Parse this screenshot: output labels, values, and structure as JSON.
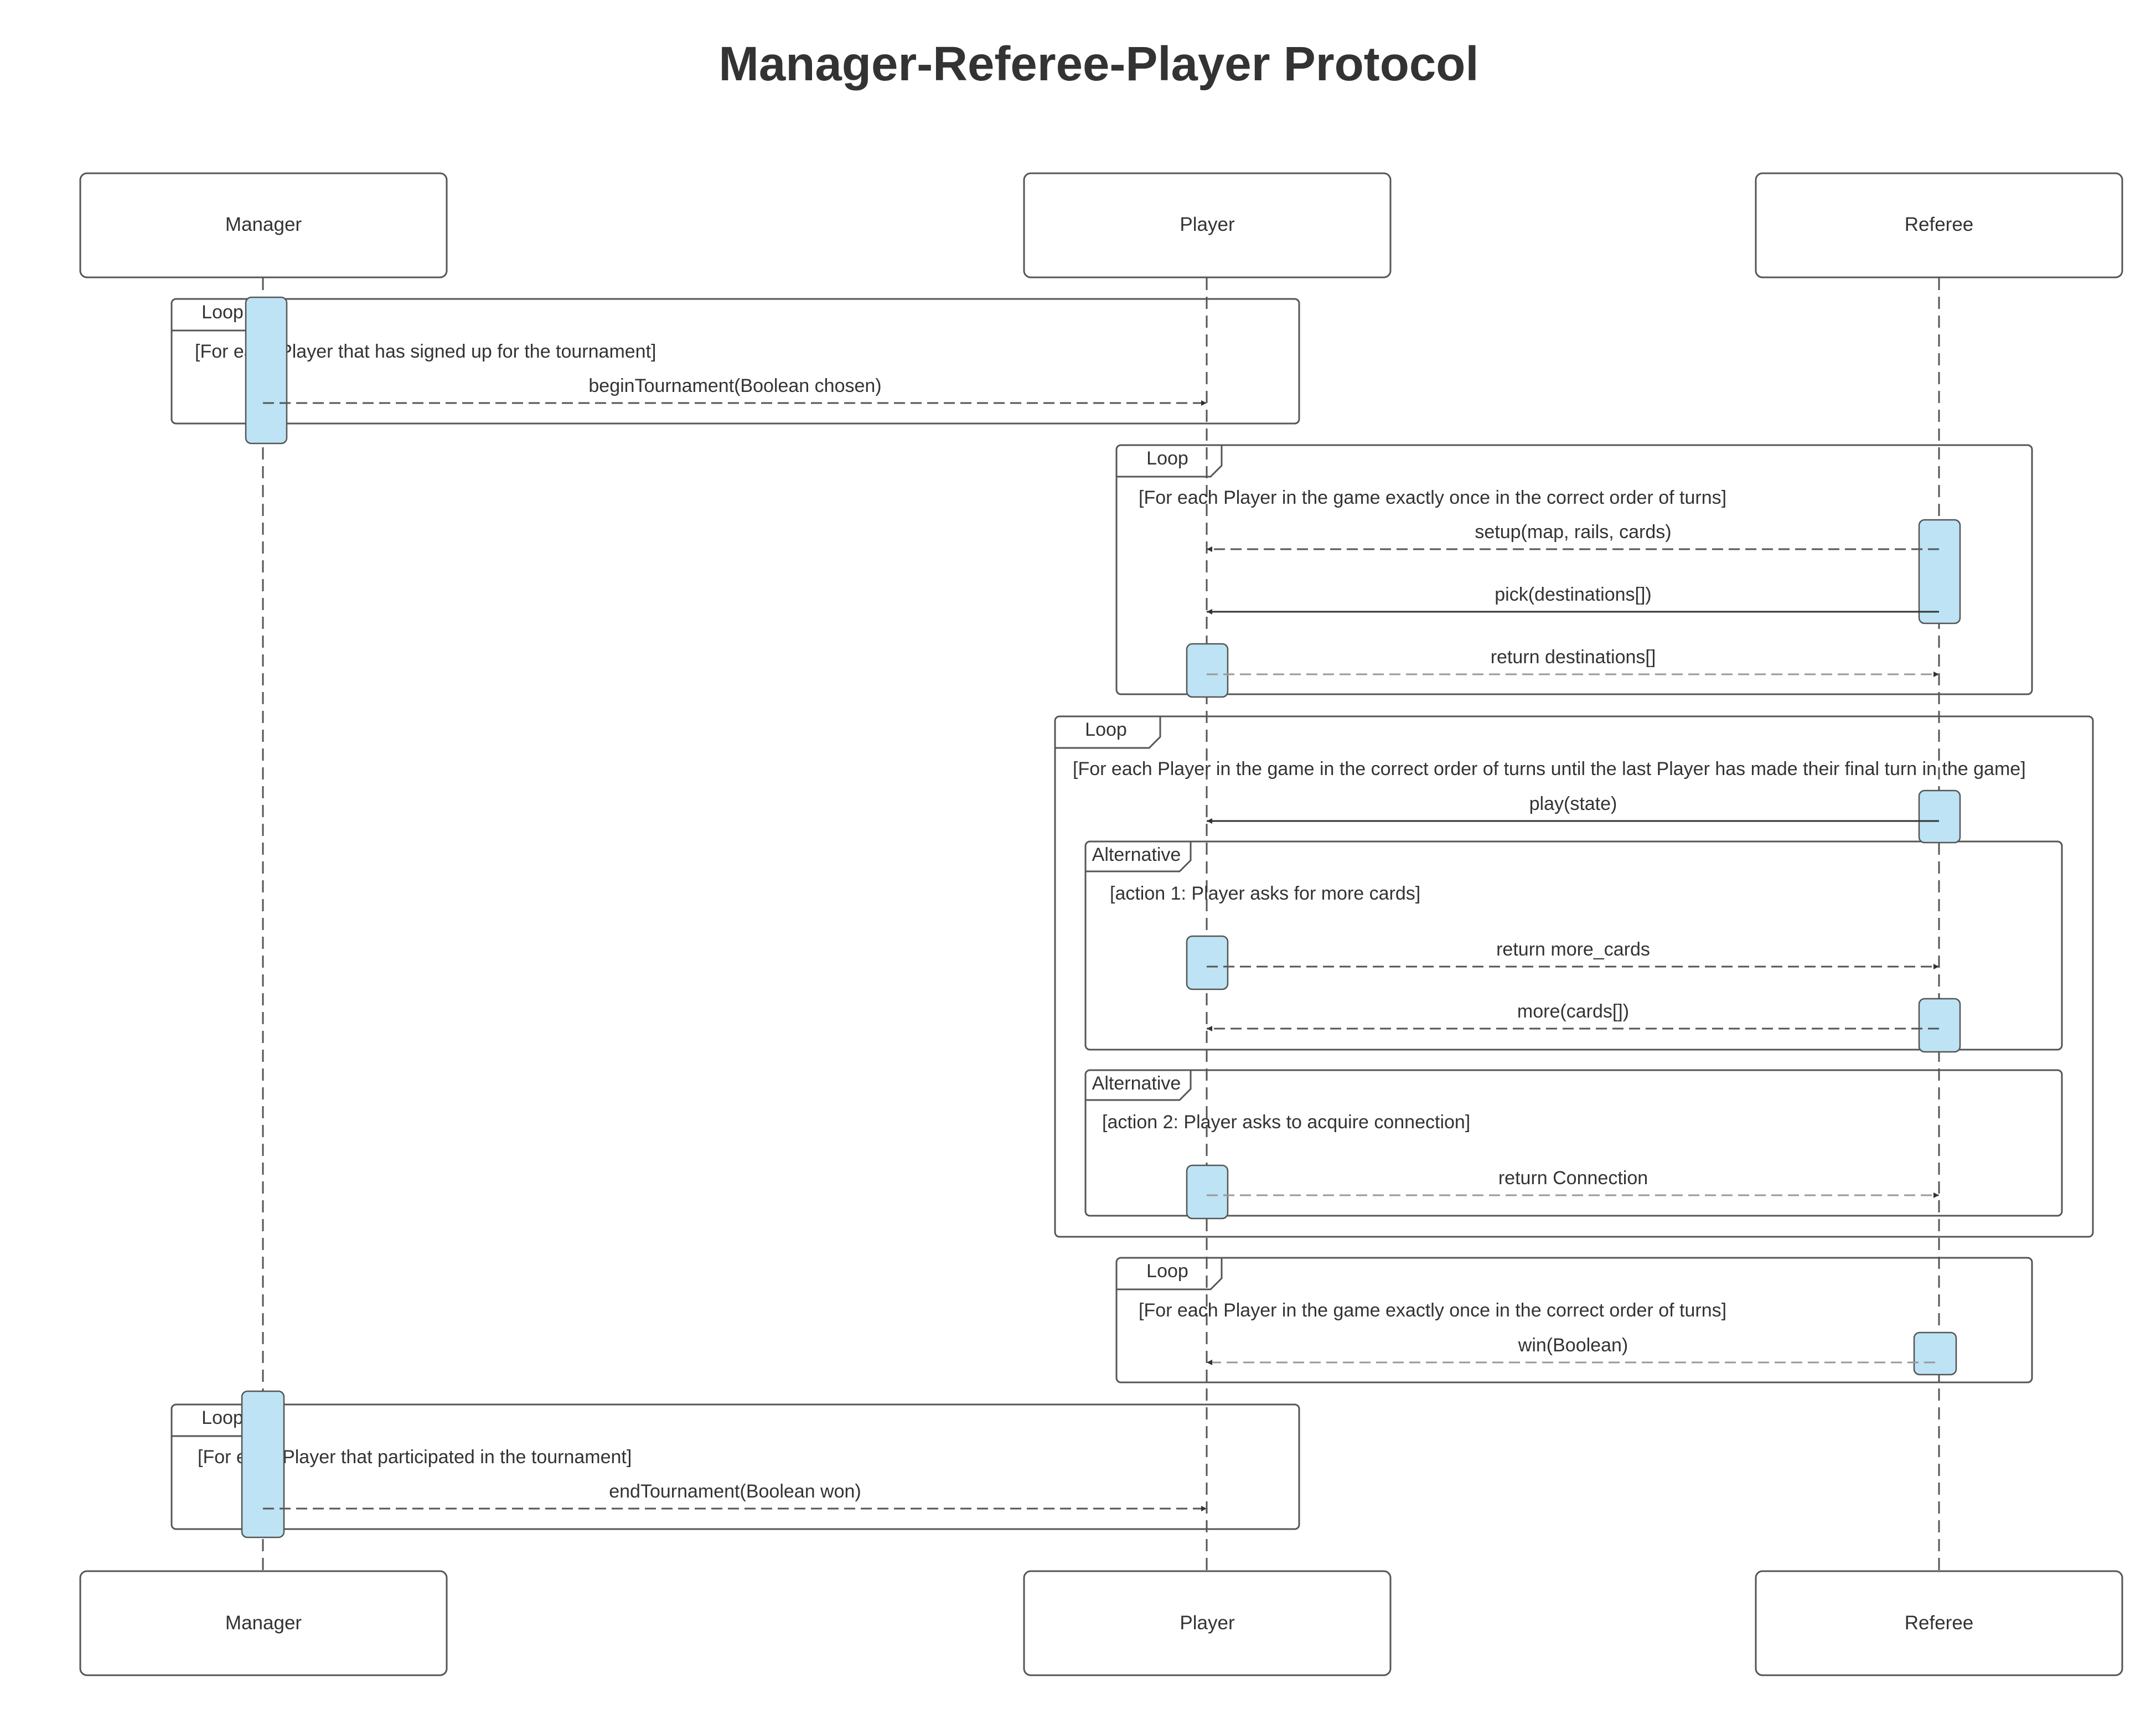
{
  "title": "Manager-Referee-Player Protocol",
  "participants": {
    "manager": "Manager",
    "player": "Player",
    "referee": "Referee"
  },
  "frames": {
    "loop1": {
      "tab": "Loop",
      "guard": "[For each Player that has signed up for the tournament]"
    },
    "loop2": {
      "tab": "Loop",
      "guard": "[For each Player in the game exactly once in the correct order of turns]"
    },
    "loop3": {
      "tab": "Loop",
      "guard": "[For each Player in the game in the correct order of turns until the last Player has made their final turn in the game]"
    },
    "alt1": {
      "tab": "Alternative",
      "guard": "[action 1: Player asks for more cards]"
    },
    "alt2": {
      "tab": "Alternative",
      "guard": "[action 2: Player asks to acquire connection]"
    },
    "loop4": {
      "tab": "Loop",
      "guard": "[For each Player in the game exactly once in the correct order of turns]"
    },
    "loop5": {
      "tab": "Loop",
      "guard": "[For each Player that participated in the tournament]"
    }
  },
  "messages": {
    "begin_tournament": "beginTournament(Boolean chosen)",
    "setup": "setup(map, rails, cards)",
    "pick": "pick(destinations[])",
    "return_destinations": "return destinations[]",
    "play": "play(state)",
    "return_more_cards": "return more_cards",
    "more": "more(cards[])",
    "return_connection": "return Connection",
    "win": "win(Boolean)",
    "end_tournament": "endTournament(Boolean won)"
  },
  "colors": {
    "activation_fill": "#bde3f5",
    "line": "#333333",
    "return_line": "#999999"
  }
}
